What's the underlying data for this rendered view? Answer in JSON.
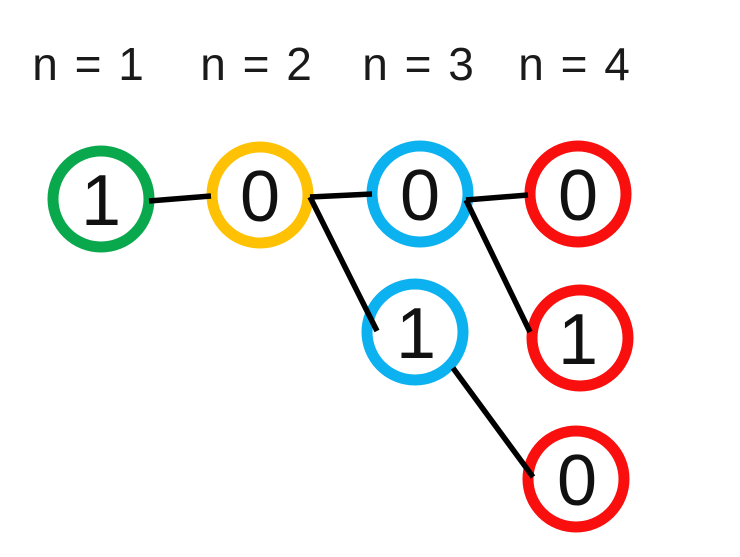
{
  "palette": {
    "green": "#0aa84c",
    "yellow": "#ffc103",
    "blue": "#0cb1f0",
    "red": "#f90f0d",
    "edge": "#000000",
    "text": "#1a1a1a",
    "background": "#ffffff"
  },
  "columns": [
    {
      "header": "n = 1"
    },
    {
      "header": "n = 2"
    },
    {
      "header": "n = 3"
    },
    {
      "header": "n = 4"
    }
  ],
  "nodes": [
    {
      "id": "c1-1",
      "value": "1",
      "column": 1,
      "color": "green"
    },
    {
      "id": "c2-0",
      "value": "0",
      "column": 2,
      "color": "yellow"
    },
    {
      "id": "c3-0",
      "value": "0",
      "column": 3,
      "color": "blue"
    },
    {
      "id": "c3-1",
      "value": "1",
      "column": 3,
      "color": "blue"
    },
    {
      "id": "c4-0-top",
      "value": "0",
      "column": 4,
      "color": "red"
    },
    {
      "id": "c4-1",
      "value": "1",
      "column": 4,
      "color": "red"
    },
    {
      "id": "c4-0-bottom",
      "value": "0",
      "column": 4,
      "color": "red"
    }
  ],
  "edges": [
    {
      "from": "c1-1",
      "to": "c2-0"
    },
    {
      "from": "c2-0",
      "to": "c3-0"
    },
    {
      "from": "c2-0",
      "to": "c3-1"
    },
    {
      "from": "c3-0",
      "to": "c4-0-top"
    },
    {
      "from": "c3-0",
      "to": "c4-1"
    },
    {
      "from": "c3-1",
      "to": "c4-0-bottom"
    }
  ]
}
